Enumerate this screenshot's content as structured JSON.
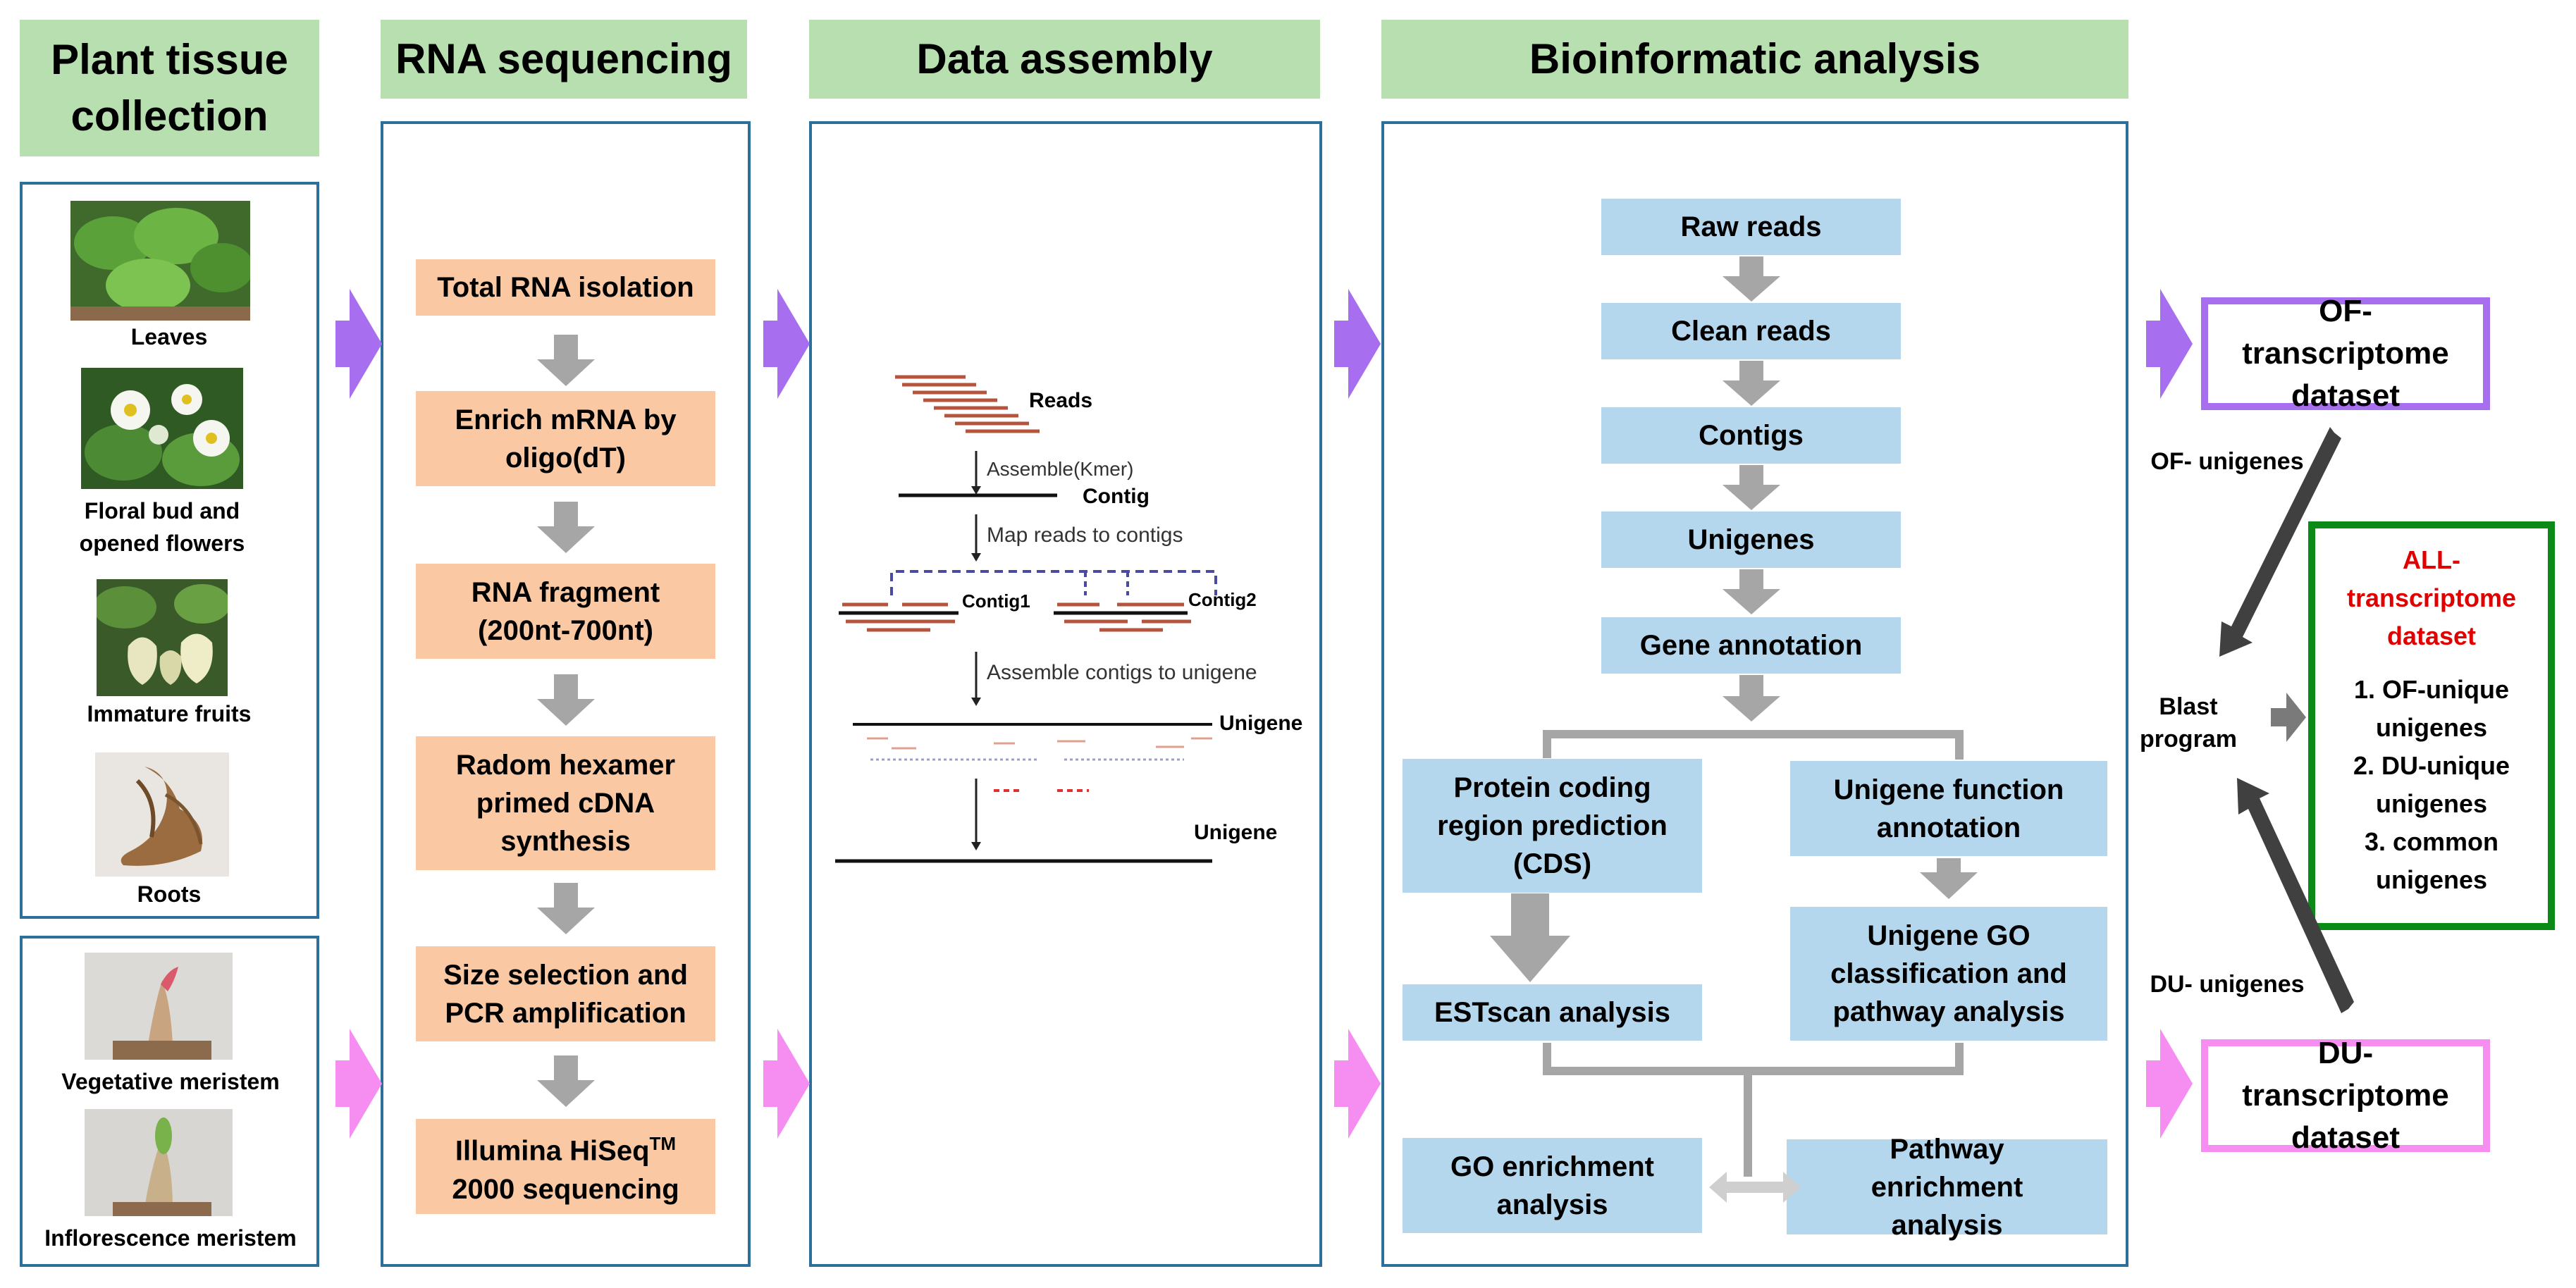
{
  "headers": {
    "plant": "Plant tissue collection",
    "rna": "RNA sequencing",
    "assembly": "Data assembly",
    "bioinfo": "Bioinformatic analysis"
  },
  "tissues_top": [
    "Leaves",
    "Floral bud and opened flowers",
    "Immature fruits",
    "Roots"
  ],
  "tissues_bottom": [
    "Vegetative meristem",
    "Inflorescence meristem"
  ],
  "rna_steps": [
    "Total RNA isolation",
    "Enrich mRNA by oligo(dT)",
    "RNA fragment (200nt-700nt)",
    "Radom hexamer primed cDNA synthesis",
    "Size selection and PCR amplification",
    "Illumina HiSeq",
    "TM",
    "2000 sequencing"
  ],
  "assembly_labels": {
    "reads": "Reads",
    "assemble_kmer": "Assemble(Kmer)",
    "contig": "Contig",
    "map_reads": "Map reads to contigs",
    "contig1": "Contig1",
    "contig2": "Contig2",
    "assemble_unigene": "Assemble contigs to unigene",
    "unigene1": "Unigene",
    "unigene2": "Unigene"
  },
  "bioinfo": {
    "raw_reads": "Raw reads",
    "clean_reads": "Clean reads",
    "contigs": "Contigs",
    "unigenes": "Unigenes",
    "gene_annotation": "Gene annotation",
    "cds": "Protein coding region prediction (CDS)",
    "function": "Unigene function annotation",
    "estscan": "ESTscan analysis",
    "go_class": "Unigene GO classification and pathway analysis",
    "go_enrich": "GO enrichment analysis",
    "pathway_enrich": "Pathway enrichment analysis"
  },
  "datasets": {
    "of": "OF- transcriptome dataset",
    "du": "DU- transcriptome dataset",
    "of_unigenes": "OF- unigenes",
    "du_unigenes": "DU- unigenes",
    "blast": "Blast program",
    "all_title": "ALL- transcriptome dataset",
    "all_items": [
      "1. OF-unique unigenes",
      "2. DU-unique unigenes",
      "3. common unigenes"
    ]
  },
  "colors": {
    "header_green": "#b8dfb0",
    "panel_border": "#2d6f9b",
    "orange_box": "#fac9a4",
    "blue_box": "#b5d7ee",
    "purple_arrow": "#a86ef0",
    "pink_arrow": "#f58ef0",
    "all_border": "#0c8a17",
    "all_title_red": "#e00000"
  }
}
